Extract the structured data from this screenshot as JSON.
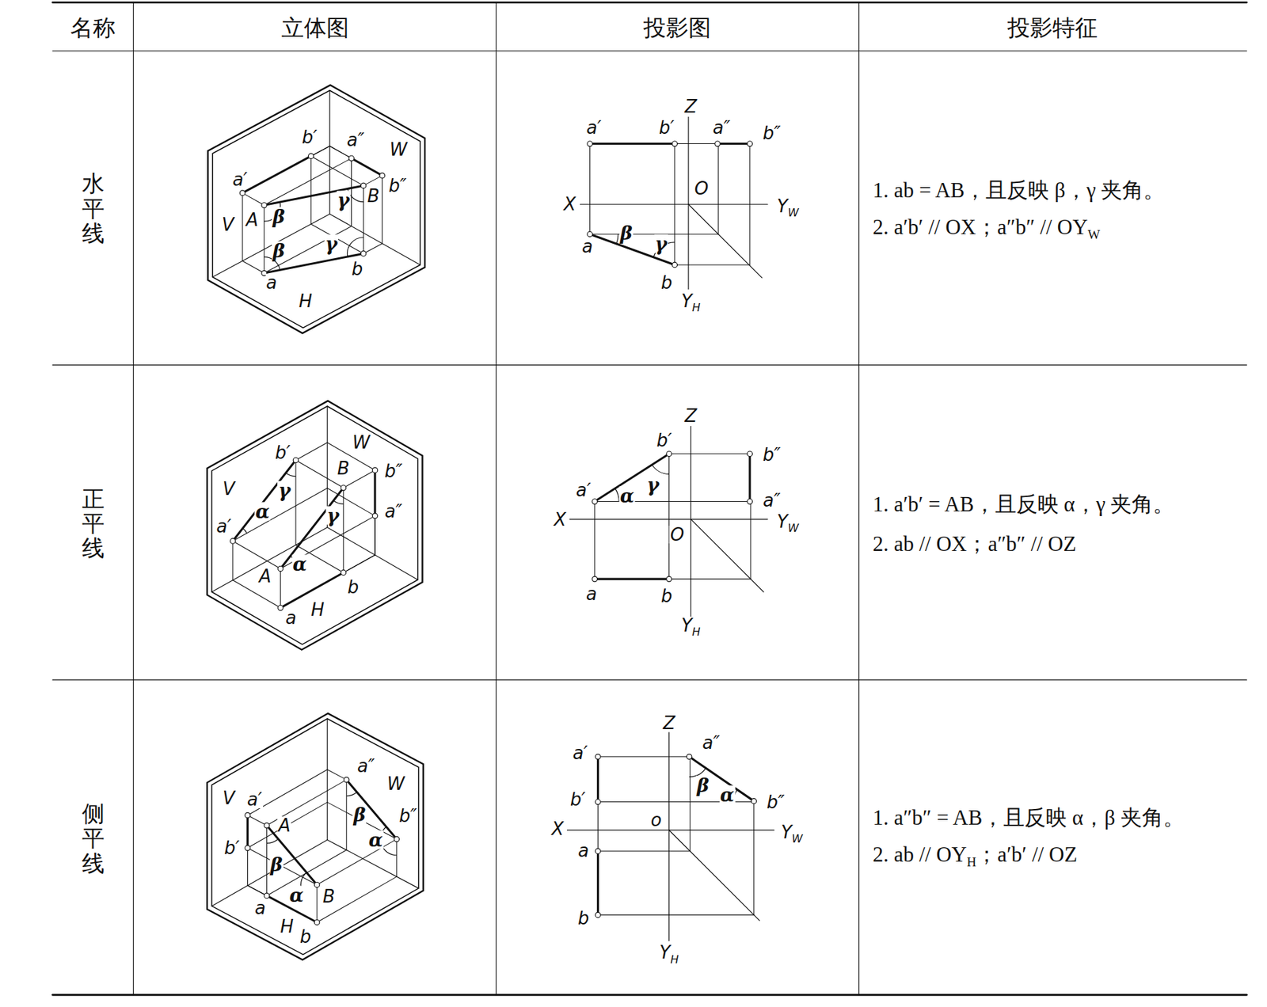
{
  "diagram": {
    "labels": [
      "名称",
      "立体图",
      "投影图",
      "投影特征",
      "水平线",
      "正平线",
      "侧平线",
      "b′",
      "a″",
      "W",
      "a′",
      "A",
      "β",
      "γ",
      "B",
      "b″",
      "V",
      "β",
      "γ",
      "a",
      "b",
      "H",
      "Z",
      "a′",
      "b′",
      "a″",
      "b″",
      "O",
      "X",
      "Y",
      "W",
      "β",
      "γ",
      "a",
      "b",
      "Y",
      "H",
      "1. ab = AB，且反映 β，γ 夹角。",
      "2. a′b′ // OX；a″b″ // OY",
      "W",
      "b′",
      "W",
      "B",
      "b″",
      "V",
      "γ",
      "α",
      "a′",
      "a″",
      "γ",
      "α",
      "A",
      "b",
      "H",
      "a",
      "Z",
      "b′",
      "b″",
      "a′",
      "α",
      "γ",
      "a″",
      "X",
      "Y",
      "W",
      "O",
      "a",
      "b",
      "Y",
      "H",
      "1. a′b′ = AB，且反映 α，γ 夹角。",
      "2. ab // OX；a″b″ // OZ",
      "a″",
      "W",
      "V",
      "a′",
      "β",
      "b″",
      "A",
      "α",
      "b′",
      "β",
      "α",
      "B",
      "a",
      "H",
      "b",
      "Z",
      "a″",
      "a′",
      "β",
      "α",
      "b′",
      "b″",
      "o",
      "X",
      "Y",
      "W",
      "a",
      "b",
      "Y",
      "H",
      "1. a″b″ = AB，且反映 α，β 夹角。",
      "2. ab // OY",
      "H",
      "；a′b′ // OZ"
    ]
  }
}
